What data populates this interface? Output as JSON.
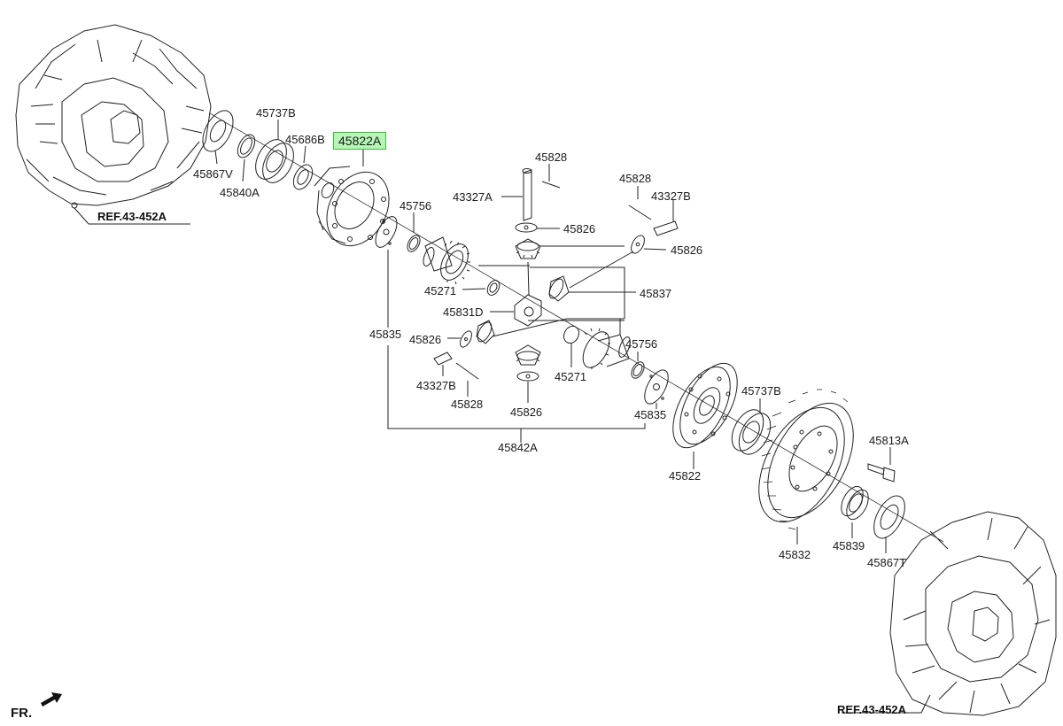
{
  "diagram": {
    "parts": [
      {
        "id": "p45737B_top",
        "label": "45737B"
      },
      {
        "id": "p45686B",
        "label": "45686B"
      },
      {
        "id": "p45822A",
        "label": "45822A",
        "highlighted": true
      },
      {
        "id": "p45867V",
        "label": "45867V"
      },
      {
        "id": "p45840A",
        "label": "45840A"
      },
      {
        "id": "p45828_top",
        "label": "45828"
      },
      {
        "id": "p43327A",
        "label": "43327A"
      },
      {
        "id": "p45826_top",
        "label": "45826"
      },
      {
        "id": "p45828_right",
        "label": "45828"
      },
      {
        "id": "p43327B_right",
        "label": "43327B"
      },
      {
        "id": "p45826_right",
        "label": "45826"
      },
      {
        "id": "p45756_top",
        "label": "45756"
      },
      {
        "id": "p45271_left",
        "label": "45271"
      },
      {
        "id": "p45837",
        "label": "45837"
      },
      {
        "id": "p45831D",
        "label": "45831D"
      },
      {
        "id": "p45835_left",
        "label": "45835"
      },
      {
        "id": "p45826_left",
        "label": "45826"
      },
      {
        "id": "p45756_bottom",
        "label": "45756"
      },
      {
        "id": "p43327B_left",
        "label": "43327B"
      },
      {
        "id": "p45271_mid",
        "label": "45271"
      },
      {
        "id": "p45828_bottom",
        "label": "45828"
      },
      {
        "id": "p45826_bottom",
        "label": "45826"
      },
      {
        "id": "p45835_right",
        "label": "45835"
      },
      {
        "id": "p45842A",
        "label": "45842A"
      },
      {
        "id": "p45737B_bottom",
        "label": "45737B"
      },
      {
        "id": "p45822",
        "label": "45822"
      },
      {
        "id": "p45813A",
        "label": "45813A"
      },
      {
        "id": "p45832",
        "label": "45832"
      },
      {
        "id": "p45839",
        "label": "45839"
      },
      {
        "id": "p45867T",
        "label": "45867T"
      }
    ],
    "refs": [
      {
        "id": "ref_top",
        "label": "REF.43-452A"
      },
      {
        "id": "ref_bottom",
        "label": "REF.43-452A"
      }
    ],
    "front_marker": "FR.",
    "colors": {
      "line": "#222222",
      "highlight_fill": "#b6f5b6",
      "highlight_border": "#3bbf3b"
    }
  }
}
